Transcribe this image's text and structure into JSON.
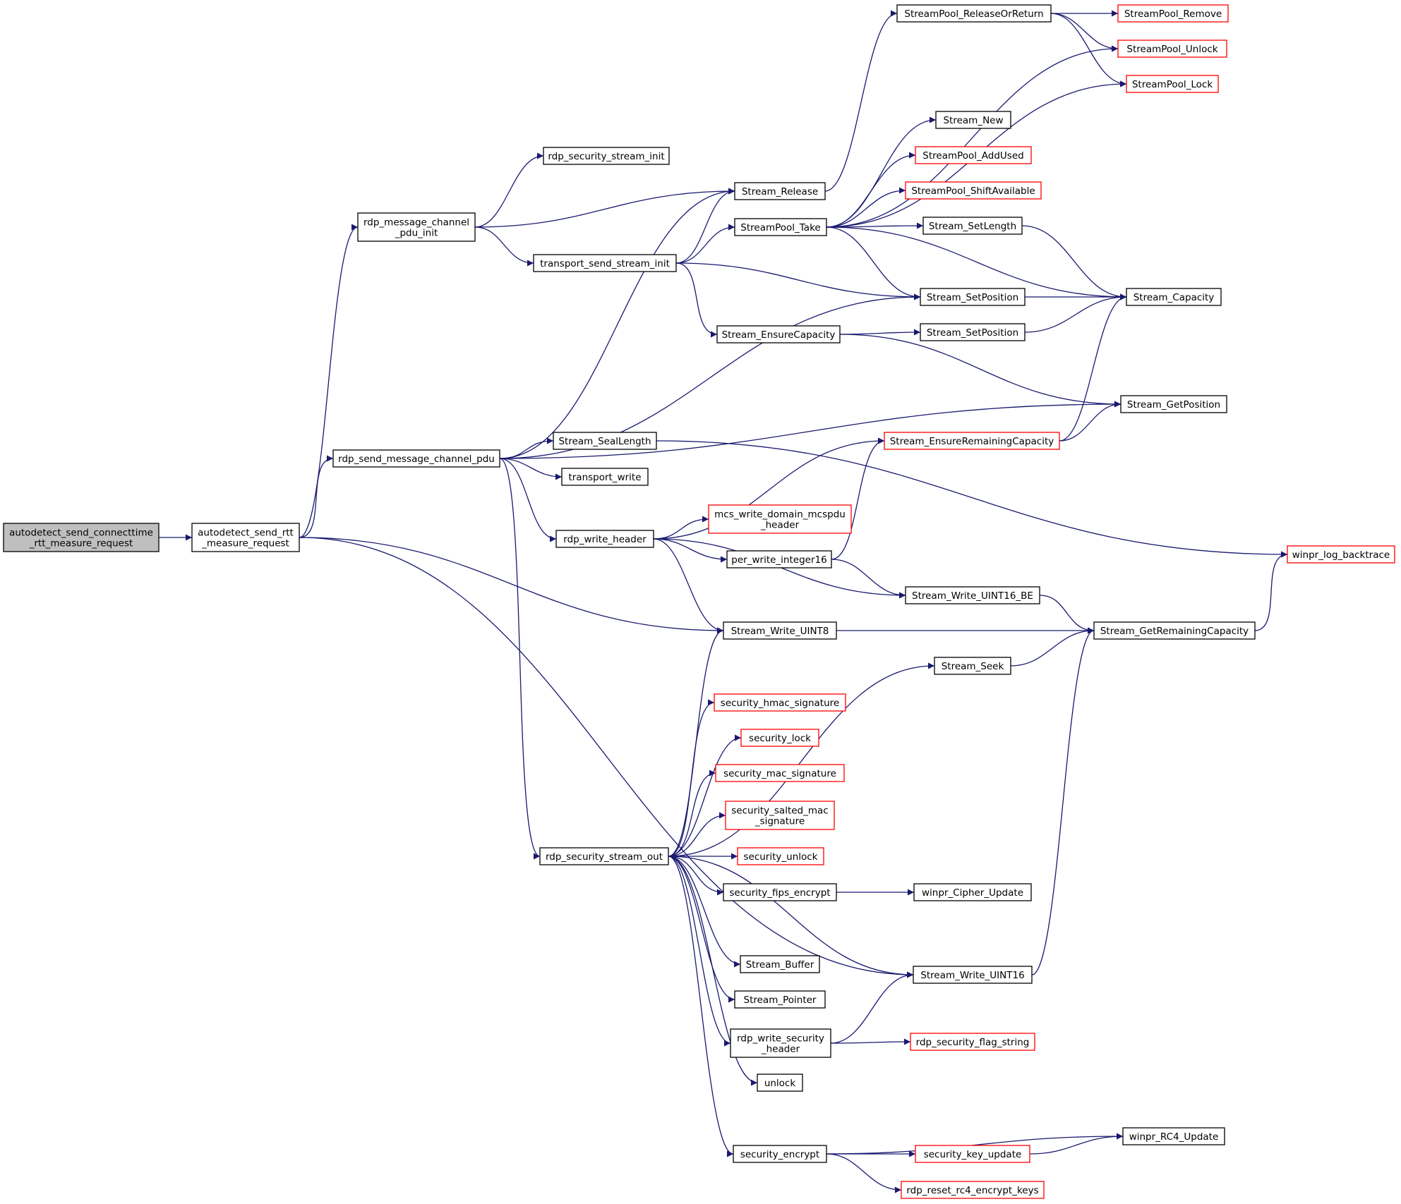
{
  "graph": {
    "type": "call-graph",
    "edge_color": "#191970",
    "colors": {
      "root_fill": "#bfbfbf",
      "normal_border": "#000000",
      "truncated_border": "#ff0000"
    },
    "nodes": [
      {
        "id": "root",
        "lines": [
          "autodetect_send_connecttime",
          "_rtt_measure_request"
        ],
        "style": "root"
      },
      {
        "id": "asrtt",
        "lines": [
          "autodetect_send_rtt",
          "_measure_request"
        ],
        "style": "normal"
      },
      {
        "id": "rmcpi",
        "lines": [
          "rdp_message_channel",
          "_pdu_init"
        ],
        "style": "normal"
      },
      {
        "id": "rssi",
        "lines": [
          "rdp_security_stream_init"
        ],
        "style": "normal"
      },
      {
        "id": "rsmcp",
        "lines": [
          "rdp_send_message_channel_pdu"
        ],
        "style": "normal"
      },
      {
        "id": "tssi",
        "lines": [
          "transport_send_stream_init"
        ],
        "style": "normal"
      },
      {
        "id": "srel",
        "lines": [
          "Stream_Release"
        ],
        "style": "normal"
      },
      {
        "id": "spt",
        "lines": [
          "StreamPool_Take"
        ],
        "style": "normal"
      },
      {
        "id": "sec",
        "lines": [
          "Stream_EnsureCapacity"
        ],
        "style": "normal"
      },
      {
        "id": "sprr",
        "lines": [
          "StreamPool_ReleaseOrReturn"
        ],
        "style": "normal"
      },
      {
        "id": "sprm",
        "lines": [
          "StreamPool_Remove"
        ],
        "style": "red"
      },
      {
        "id": "spun",
        "lines": [
          "StreamPool_Unlock"
        ],
        "style": "red"
      },
      {
        "id": "splk",
        "lines": [
          "StreamPool_Lock"
        ],
        "style": "red"
      },
      {
        "id": "snew",
        "lines": [
          "Stream_New"
        ],
        "style": "normal"
      },
      {
        "id": "spau",
        "lines": [
          "StreamPool_AddUsed"
        ],
        "style": "red"
      },
      {
        "id": "spsa",
        "lines": [
          "StreamPool_ShiftAvailable"
        ],
        "style": "red"
      },
      {
        "id": "ssl",
        "lines": [
          "Stream_SetLength"
        ],
        "style": "normal"
      },
      {
        "id": "ssp1",
        "lines": [
          "Stream_SetPosition"
        ],
        "style": "normal"
      },
      {
        "id": "ssp2",
        "lines": [
          "Stream_SetPosition"
        ],
        "style": "normal"
      },
      {
        "id": "scap",
        "lines": [
          "Stream_Capacity"
        ],
        "style": "normal"
      },
      {
        "id": "sgp",
        "lines": [
          "Stream_GetPosition"
        ],
        "style": "normal"
      },
      {
        "id": "serc",
        "lines": [
          "Stream_EnsureRemainingCapacity"
        ],
        "style": "red"
      },
      {
        "id": "ssealen",
        "lines": [
          "Stream_SealLength"
        ],
        "style": "normal"
      },
      {
        "id": "twrite",
        "lines": [
          "transport_write"
        ],
        "style": "normal"
      },
      {
        "id": "rwh",
        "lines": [
          "rdp_write_header"
        ],
        "style": "normal"
      },
      {
        "id": "mcsw",
        "lines": [
          "mcs_write_domain_mcspdu",
          "_header"
        ],
        "style": "red"
      },
      {
        "id": "pwi16",
        "lines": [
          "per_write_integer16"
        ],
        "style": "normal"
      },
      {
        "id": "swu16be",
        "lines": [
          "Stream_Write_UINT16_BE"
        ],
        "style": "normal"
      },
      {
        "id": "swu8",
        "lines": [
          "Stream_Write_UINT8"
        ],
        "style": "normal"
      },
      {
        "id": "sgrc",
        "lines": [
          "Stream_GetRemainingCapacity"
        ],
        "style": "normal"
      },
      {
        "id": "wlb",
        "lines": [
          "winpr_log_backtrace"
        ],
        "style": "red"
      },
      {
        "id": "sseek",
        "lines": [
          "Stream_Seek"
        ],
        "style": "normal"
      },
      {
        "id": "shs",
        "lines": [
          "security_hmac_signature"
        ],
        "style": "red"
      },
      {
        "id": "slock",
        "lines": [
          "security_lock"
        ],
        "style": "red"
      },
      {
        "id": "sms",
        "lines": [
          "security_mac_signature"
        ],
        "style": "red"
      },
      {
        "id": "ssms",
        "lines": [
          "security_salted_mac",
          "_signature"
        ],
        "style": "red"
      },
      {
        "id": "rsso",
        "lines": [
          "rdp_security_stream_out"
        ],
        "style": "normal"
      },
      {
        "id": "sunl",
        "lines": [
          "security_unlock"
        ],
        "style": "red"
      },
      {
        "id": "sfe",
        "lines": [
          "security_fips_encrypt"
        ],
        "style": "normal"
      },
      {
        "id": "wcu",
        "lines": [
          "winpr_Cipher_Update"
        ],
        "style": "normal"
      },
      {
        "id": "sbuf",
        "lines": [
          "Stream_Buffer"
        ],
        "style": "normal"
      },
      {
        "id": "sptr",
        "lines": [
          "Stream_Pointer"
        ],
        "style": "normal"
      },
      {
        "id": "swu16",
        "lines": [
          "Stream_Write_UINT16"
        ],
        "style": "normal"
      },
      {
        "id": "rwsh",
        "lines": [
          "rdp_write_security",
          "_header"
        ],
        "style": "normal"
      },
      {
        "id": "rsfs",
        "lines": [
          "rdp_security_flag_string"
        ],
        "style": "red"
      },
      {
        "id": "unlock",
        "lines": [
          "unlock"
        ],
        "style": "normal"
      },
      {
        "id": "senc",
        "lines": [
          "security_encrypt"
        ],
        "style": "normal"
      },
      {
        "id": "wrc4",
        "lines": [
          "winpr_RC4_Update"
        ],
        "style": "normal"
      },
      {
        "id": "sku",
        "lines": [
          "security_key_update"
        ],
        "style": "red"
      },
      {
        "id": "rrrek",
        "lines": [
          "rdp_reset_rc4_encrypt_keys"
        ],
        "style": "red"
      }
    ],
    "edges": [
      [
        "root",
        "asrtt"
      ],
      [
        "asrtt",
        "rmcpi"
      ],
      [
        "asrtt",
        "rsmcp"
      ],
      [
        "asrtt",
        "swu8"
      ],
      [
        "asrtt",
        "swu16"
      ],
      [
        "rmcpi",
        "rssi"
      ],
      [
        "rmcpi",
        "srel"
      ],
      [
        "rmcpi",
        "tssi"
      ],
      [
        "rsmcp",
        "srel"
      ],
      [
        "rsmcp",
        "ssp1"
      ],
      [
        "rsmcp",
        "sgp"
      ],
      [
        "rsmcp",
        "ssealen"
      ],
      [
        "rsmcp",
        "twrite"
      ],
      [
        "rsmcp",
        "rwh"
      ],
      [
        "rsmcp",
        "rsso"
      ],
      [
        "tssi",
        "srel"
      ],
      [
        "tssi",
        "spt"
      ],
      [
        "tssi",
        "ssp1"
      ],
      [
        "tssi",
        "sec"
      ],
      [
        "srel",
        "sprr"
      ],
      [
        "sprr",
        "sprm"
      ],
      [
        "sprr",
        "spun"
      ],
      [
        "sprr",
        "splk"
      ],
      [
        "spt",
        "spun"
      ],
      [
        "spt",
        "splk"
      ],
      [
        "spt",
        "snew"
      ],
      [
        "spt",
        "spau"
      ],
      [
        "spt",
        "spsa"
      ],
      [
        "spt",
        "ssl"
      ],
      [
        "spt",
        "ssp1"
      ],
      [
        "spt",
        "scap"
      ],
      [
        "ssl",
        "scap"
      ],
      [
        "ssp1",
        "scap"
      ],
      [
        "ssp2",
        "scap"
      ],
      [
        "sec",
        "ssp2"
      ],
      [
        "sec",
        "sgp"
      ],
      [
        "serc",
        "scap"
      ],
      [
        "serc",
        "sgp"
      ],
      [
        "ssealen",
        "wlb"
      ],
      [
        "rwh",
        "serc"
      ],
      [
        "rwh",
        "mcsw"
      ],
      [
        "rwh",
        "pwi16"
      ],
      [
        "rwh",
        "swu16be"
      ],
      [
        "rwh",
        "swu8"
      ],
      [
        "pwi16",
        "serc"
      ],
      [
        "pwi16",
        "swu16be"
      ],
      [
        "swu16be",
        "sgrc"
      ],
      [
        "swu8",
        "sgrc"
      ],
      [
        "sseek",
        "sgrc"
      ],
      [
        "swu16",
        "sgrc"
      ],
      [
        "sgrc",
        "wlb"
      ],
      [
        "rsso",
        "swu8"
      ],
      [
        "rsso",
        "sseek"
      ],
      [
        "rsso",
        "shs"
      ],
      [
        "rsso",
        "slock"
      ],
      [
        "rsso",
        "sms"
      ],
      [
        "rsso",
        "ssms"
      ],
      [
        "rsso",
        "sunl"
      ],
      [
        "rsso",
        "sfe"
      ],
      [
        "rsso",
        "swu16"
      ],
      [
        "rsso",
        "sbuf"
      ],
      [
        "rsso",
        "sptr"
      ],
      [
        "rsso",
        "rwsh"
      ],
      [
        "rsso",
        "unlock"
      ],
      [
        "rsso",
        "senc"
      ],
      [
        "sfe",
        "wcu"
      ],
      [
        "rwsh",
        "swu16"
      ],
      [
        "rwsh",
        "rsfs"
      ],
      [
        "senc",
        "wrc4"
      ],
      [
        "senc",
        "sku"
      ],
      [
        "senc",
        "rrrek"
      ],
      [
        "sku",
        "wrc4"
      ]
    ]
  }
}
